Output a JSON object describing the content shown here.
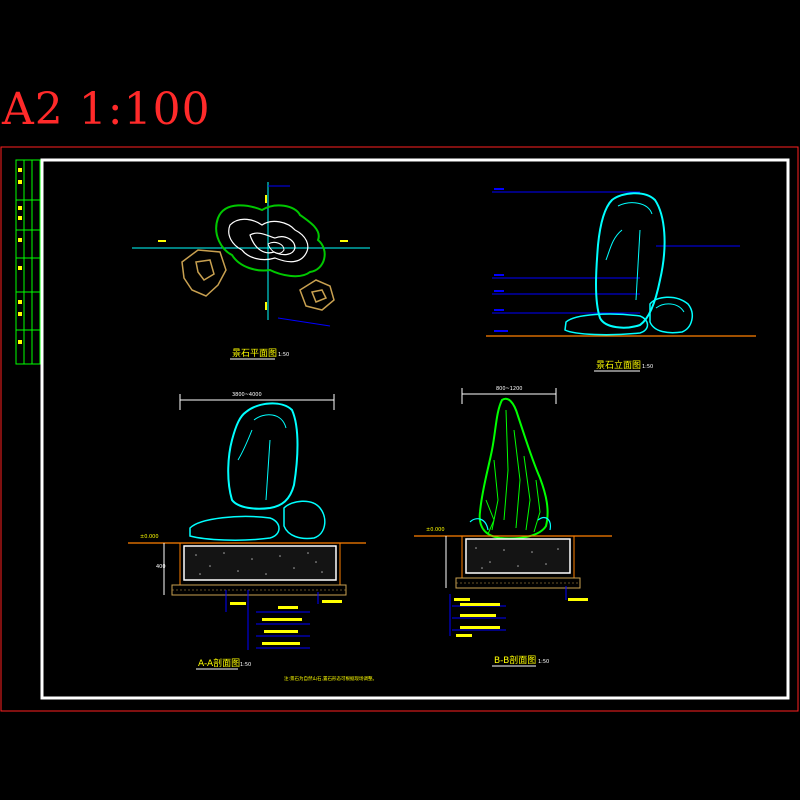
{
  "sheet": {
    "stamp": "A2 1:100",
    "colors": {
      "background": "#000000",
      "frame_outer": "#ff2020",
      "frame_inner": "#ffffff",
      "title_block": "#00ff00",
      "rock_main": "#00ffff",
      "rock_plan_outer": "#00c800",
      "rock_plan_side": "#c8a050",
      "ground": "#ff8000",
      "dims": "#ffffff",
      "leaders": "#0000ff",
      "labels": "#ffff00"
    }
  },
  "views": {
    "plan": {
      "title": "景石平面图",
      "scale": "1:50"
    },
    "elevation": {
      "title": "景石立面图",
      "scale": "1:50"
    },
    "section_a": {
      "title": "A-A剖面图",
      "scale": "1:50",
      "dim_top": "3800~4000"
    },
    "section_b": {
      "title": "B-B剖面图",
      "scale": "1:50",
      "dim_top": "800~1200"
    }
  },
  "note": "注:景石为自然山石,置石形态可根据现场调整。",
  "icons": [
    "section-mark-icon"
  ]
}
